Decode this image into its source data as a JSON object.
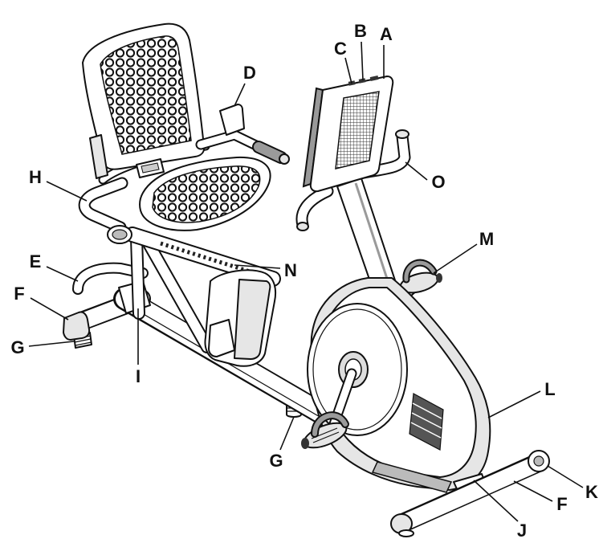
{
  "callouts": {
    "a": "A",
    "b": "B",
    "c": "C",
    "d": "D",
    "e": "E",
    "f_rear": "F",
    "g_rear": "G",
    "h": "H",
    "i": "I",
    "j": "J",
    "k": "K",
    "l": "L",
    "m": "M",
    "n": "N",
    "o": "O",
    "g_frame": "G",
    "f_front": "F"
  },
  "colors": {
    "line": "#111111",
    "panel": "#e6e6e6",
    "background": "#ffffff"
  }
}
